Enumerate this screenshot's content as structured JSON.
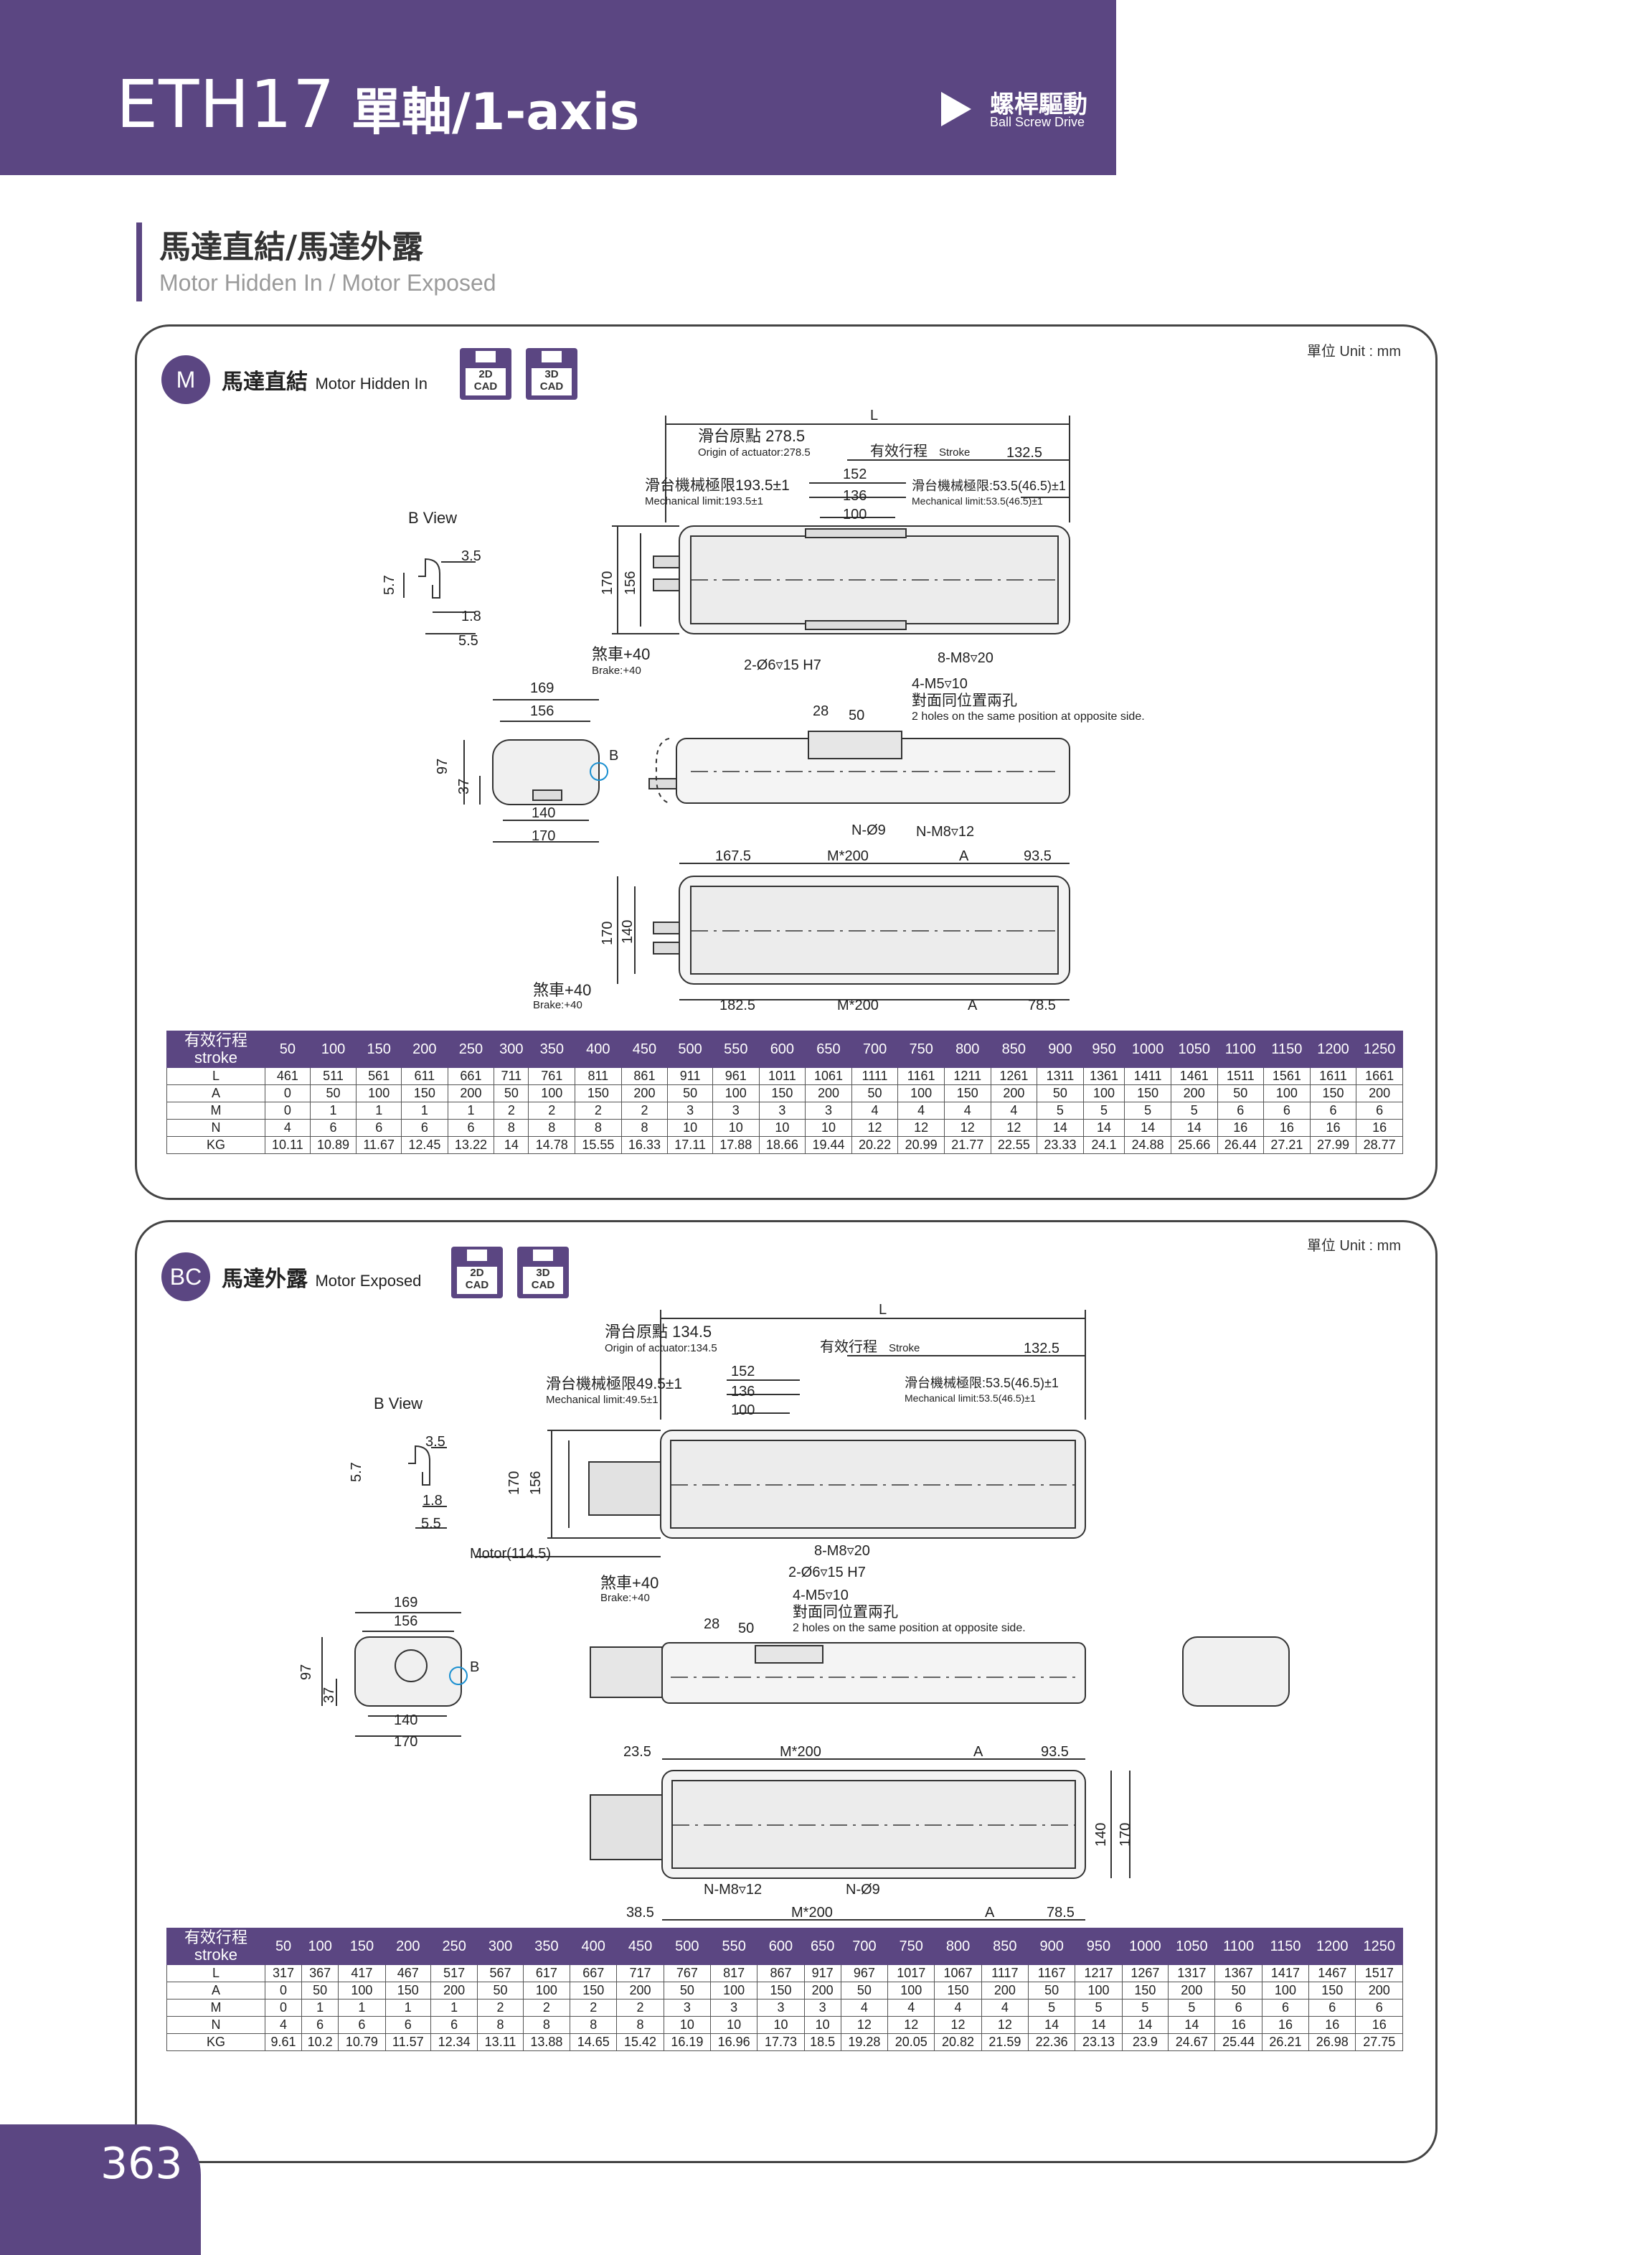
{
  "header": {
    "model": "ETH17",
    "axis": "單軸/1-axis",
    "drive_zh": "螺桿驅動",
    "drive_en": "Ball Screw Drive"
  },
  "section": {
    "title_zh": "馬達直結/馬達外露",
    "title_en": "Motor Hidden In / Motor Exposed"
  },
  "unit_label": "單位 Unit : mm",
  "cad_labels": {
    "cad2d": "2D\nCAD",
    "cad3d": "3D\nCAD"
  },
  "panels": {
    "m": {
      "badge": "M",
      "name_zh": "馬達直結",
      "name_en": "Motor Hidden In",
      "dims": {
        "L": "L",
        "origin_zh": "滑台原點 278.5",
        "origin_en": "Origin of actuator:278.5",
        "stroke_zh": "有效行程",
        "stroke_en": "Stroke",
        "d132": "132.5",
        "mech_left_zh": "滑台機械極限193.5±1",
        "mech_left_en": "Mechanical limit:193.5±1",
        "d152": "152",
        "d136": "136",
        "d100": "100",
        "mech_right_zh": "滑台機械極限:53.5(46.5)±1",
        "mech_right_en": "Mechanical limit:53.5(46.5)±1",
        "bview": "B View",
        "d35": "3.5",
        "d57": "5.7",
        "d18": "1.8",
        "d55": "5.5",
        "d170": "170",
        "d156": "156",
        "brake_zh": "煞車+40",
        "brake_en": "Brake:+40",
        "pin": "2-Ø6▿15 H7",
        "m8": "8-M8▿20",
        "m5": "4-M5▿10",
        "opp_zh": "對面同位置兩孔",
        "opp_en": "2 holes on the same position at opposite side.",
        "d169": "169",
        "d97": "97",
        "d37": "37",
        "d140": "140",
        "b": "B",
        "d28": "28",
        "d50": "50",
        "n9": "N-Ø9",
        "nm8": "N-M8▿12",
        "d1675": "167.5",
        "m200": "M*200",
        "a": "A",
        "d935": "93.5",
        "d1825": "182.5",
        "d785": "78.5"
      },
      "table": {
        "stroke_label": "有效行程\nstroke",
        "strokes": [
          "50",
          "100",
          "150",
          "200",
          "250",
          "300",
          "350",
          "400",
          "450",
          "500",
          "550",
          "600",
          "650",
          "700",
          "750",
          "800",
          "850",
          "900",
          "950",
          "1000",
          "1050",
          "1100",
          "1150",
          "1200",
          "1250"
        ],
        "rows": [
          {
            "label": "L",
            "values": [
              "461",
              "511",
              "561",
              "611",
              "661",
              "711",
              "761",
              "811",
              "861",
              "911",
              "961",
              "1011",
              "1061",
              "1111",
              "1161",
              "1211",
              "1261",
              "1311",
              "1361",
              "1411",
              "1461",
              "1511",
              "1561",
              "1611",
              "1661"
            ]
          },
          {
            "label": "A",
            "values": [
              "0",
              "50",
              "100",
              "150",
              "200",
              "50",
              "100",
              "150",
              "200",
              "50",
              "100",
              "150",
              "200",
              "50",
              "100",
              "150",
              "200",
              "50",
              "100",
              "150",
              "200",
              "50",
              "100",
              "150",
              "200"
            ]
          },
          {
            "label": "M",
            "values": [
              "0",
              "1",
              "1",
              "1",
              "1",
              "2",
              "2",
              "2",
              "2",
              "3",
              "3",
              "3",
              "3",
              "4",
              "4",
              "4",
              "4",
              "5",
              "5",
              "5",
              "5",
              "6",
              "6",
              "6",
              "6"
            ]
          },
          {
            "label": "N",
            "values": [
              "4",
              "6",
              "6",
              "6",
              "6",
              "8",
              "8",
              "8",
              "8",
              "10",
              "10",
              "10",
              "10",
              "12",
              "12",
              "12",
              "12",
              "14",
              "14",
              "14",
              "14",
              "16",
              "16",
              "16",
              "16"
            ]
          },
          {
            "label": "KG",
            "values": [
              "10.11",
              "10.89",
              "11.67",
              "12.45",
              "13.22",
              "14",
              "14.78",
              "15.55",
              "16.33",
              "17.11",
              "17.88",
              "18.66",
              "19.44",
              "20.22",
              "20.99",
              "21.77",
              "22.55",
              "23.33",
              "24.1",
              "24.88",
              "25.66",
              "26.44",
              "27.21",
              "27.99",
              "28.77"
            ]
          }
        ]
      }
    },
    "bc": {
      "badge": "BC",
      "name_zh": "馬達外露",
      "name_en": "Motor Exposed",
      "dims": {
        "L": "L",
        "origin_zh": "滑台原點 134.5",
        "origin_en": "Origin of actuator:134.5",
        "stroke_zh": "有效行程",
        "stroke_en": "Stroke",
        "d132": "132.5",
        "mech_left_zh": "滑台機械極限49.5±1",
        "mech_left_en": "Mechanical limit:49.5±1",
        "d152": "152",
        "d136": "136",
        "d100": "100",
        "mech_right_zh": "滑台機械極限:53.5(46.5)±1",
        "mech_right_en": "Mechanical limit:53.5(46.5)±1",
        "bview": "B View",
        "d35": "3.5",
        "d57": "5.7",
        "d18": "1.8",
        "d55": "5.5",
        "d170": "170",
        "d156": "156",
        "motor": "Motor(114.5)",
        "brake_zh": "煞車+40",
        "brake_en": "Brake:+40",
        "m8": "8-M8▿20",
        "pin": "2-Ø6▿15 H7",
        "m5": "4-M5▿10",
        "opp_zh": "對面同位置兩孔",
        "opp_en": "2 holes on the same position at opposite side.",
        "d169": "169",
        "d97": "97",
        "d37": "37",
        "d140": "140",
        "b": "B",
        "d28": "28",
        "d50": "50",
        "d235": "23.5",
        "m200": "M*200",
        "a": "A",
        "d935": "93.5",
        "nm8": "N-M8▿12",
        "n9": "N-Ø9",
        "d385": "38.5",
        "d785": "78.5"
      },
      "table": {
        "stroke_label": "有效行程\nstroke",
        "strokes": [
          "50",
          "100",
          "150",
          "200",
          "250",
          "300",
          "350",
          "400",
          "450",
          "500",
          "550",
          "600",
          "650",
          "700",
          "750",
          "800",
          "850",
          "900",
          "950",
          "1000",
          "1050",
          "1100",
          "1150",
          "1200",
          "1250"
        ],
        "rows": [
          {
            "label": "L",
            "values": [
              "317",
              "367",
              "417",
              "467",
              "517",
              "567",
              "617",
              "667",
              "717",
              "767",
              "817",
              "867",
              "917",
              "967",
              "1017",
              "1067",
              "1117",
              "1167",
              "1217",
              "1267",
              "1317",
              "1367",
              "1417",
              "1467",
              "1517"
            ]
          },
          {
            "label": "A",
            "values": [
              "0",
              "50",
              "100",
              "150",
              "200",
              "50",
              "100",
              "150",
              "200",
              "50",
              "100",
              "150",
              "200",
              "50",
              "100",
              "150",
              "200",
              "50",
              "100",
              "150",
              "200",
              "50",
              "100",
              "150",
              "200"
            ]
          },
          {
            "label": "M",
            "values": [
              "0",
              "1",
              "1",
              "1",
              "1",
              "2",
              "2",
              "2",
              "2",
              "3",
              "3",
              "3",
              "3",
              "4",
              "4",
              "4",
              "4",
              "5",
              "5",
              "5",
              "5",
              "6",
              "6",
              "6",
              "6"
            ]
          },
          {
            "label": "N",
            "values": [
              "4",
              "6",
              "6",
              "6",
              "6",
              "8",
              "8",
              "8",
              "8",
              "10",
              "10",
              "10",
              "10",
              "12",
              "12",
              "12",
              "12",
              "14",
              "14",
              "14",
              "14",
              "16",
              "16",
              "16",
              "16"
            ]
          },
          {
            "label": "KG",
            "values": [
              "9.61",
              "10.2",
              "10.79",
              "11.57",
              "12.34",
              "13.11",
              "13.88",
              "14.65",
              "15.42",
              "16.19",
              "16.96",
              "17.73",
              "18.5",
              "19.28",
              "20.05",
              "20.82",
              "21.59",
              "22.36",
              "23.13",
              "23.9",
              "24.67",
              "25.44",
              "26.21",
              "26.98",
              "27.75"
            ]
          }
        ]
      }
    }
  },
  "colors": {
    "brand": "#5b4682",
    "highlight": "#1a8fd0"
  },
  "page_number": "363"
}
